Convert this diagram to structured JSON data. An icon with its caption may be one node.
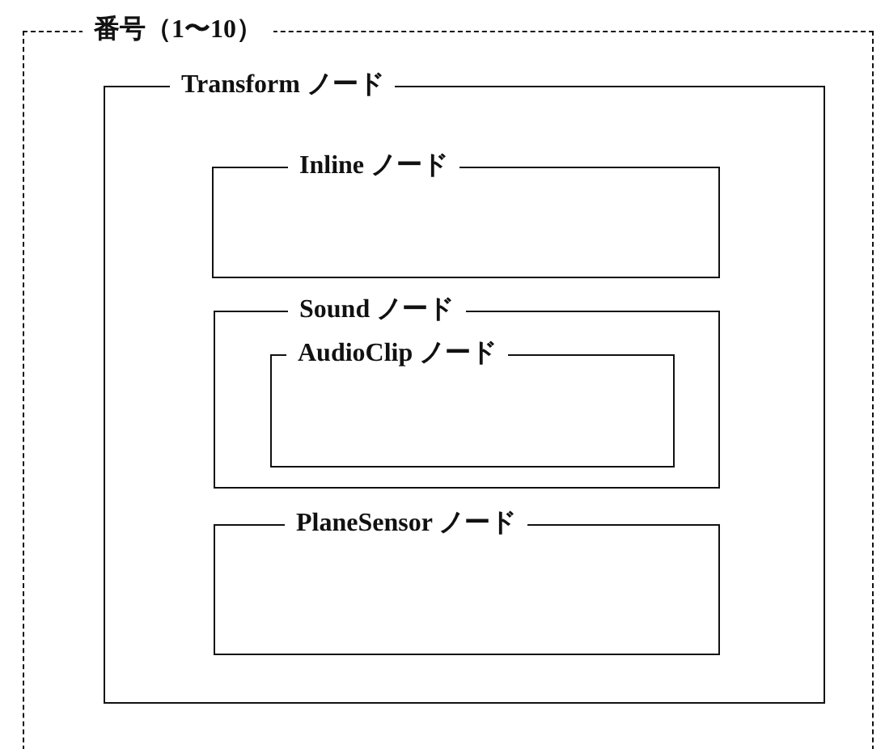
{
  "diagram": {
    "nodes": [
      {
        "text": [
          "番号（1〜10）"
        ]
      },
      {
        "text": [
          "Transform ノード"
        ],
        "in": 0
      },
      {
        "text": [
          "Inline ノード"
        ],
        "in": 1
      },
      {
        "text": [
          "Sound ノード"
        ],
        "in": 1
      },
      {
        "text": [
          "AudioClip ノード"
        ],
        "in": 3
      },
      {
        "text": [
          "PlaneSensor ノード"
        ],
        "in": 1
      }
    ]
  }
}
